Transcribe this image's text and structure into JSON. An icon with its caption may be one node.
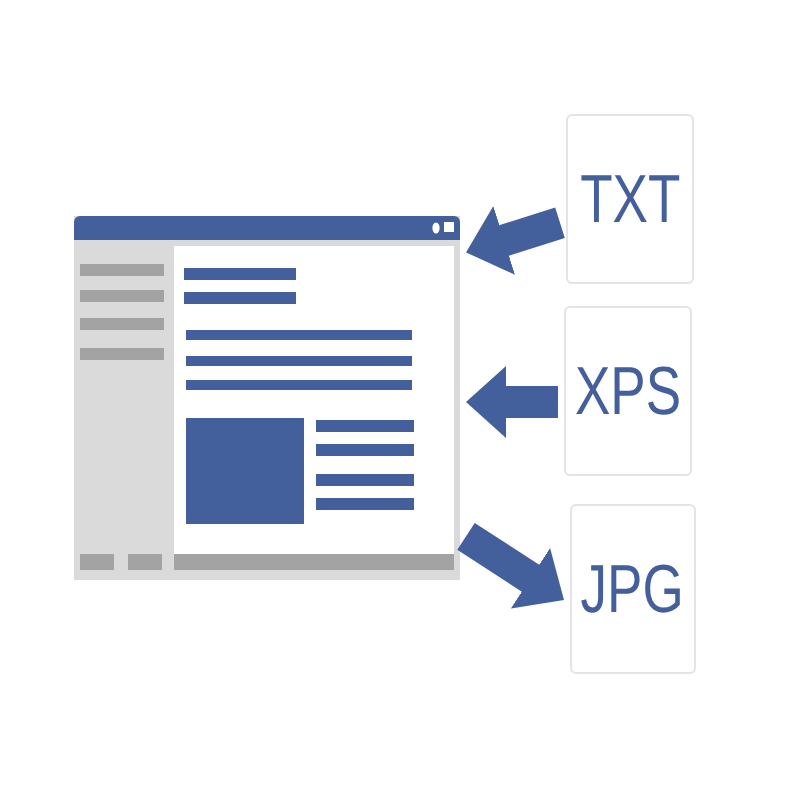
{
  "diagram": {
    "nodes": [
      {
        "text": [],
        "shape": "picture"
      },
      {
        "text": [
          "TXT"
        ]
      },
      {
        "text": [
          "XPS"
        ]
      },
      {
        "text": [
          "JPG"
        ]
      }
    ],
    "edges": [
      {
        "from": 1,
        "to": 0,
        "arrow": "to"
      },
      {
        "from": 2,
        "to": 0,
        "arrow": "to"
      },
      {
        "from": 0,
        "to": 3,
        "arrow": "to"
      }
    ]
  }
}
